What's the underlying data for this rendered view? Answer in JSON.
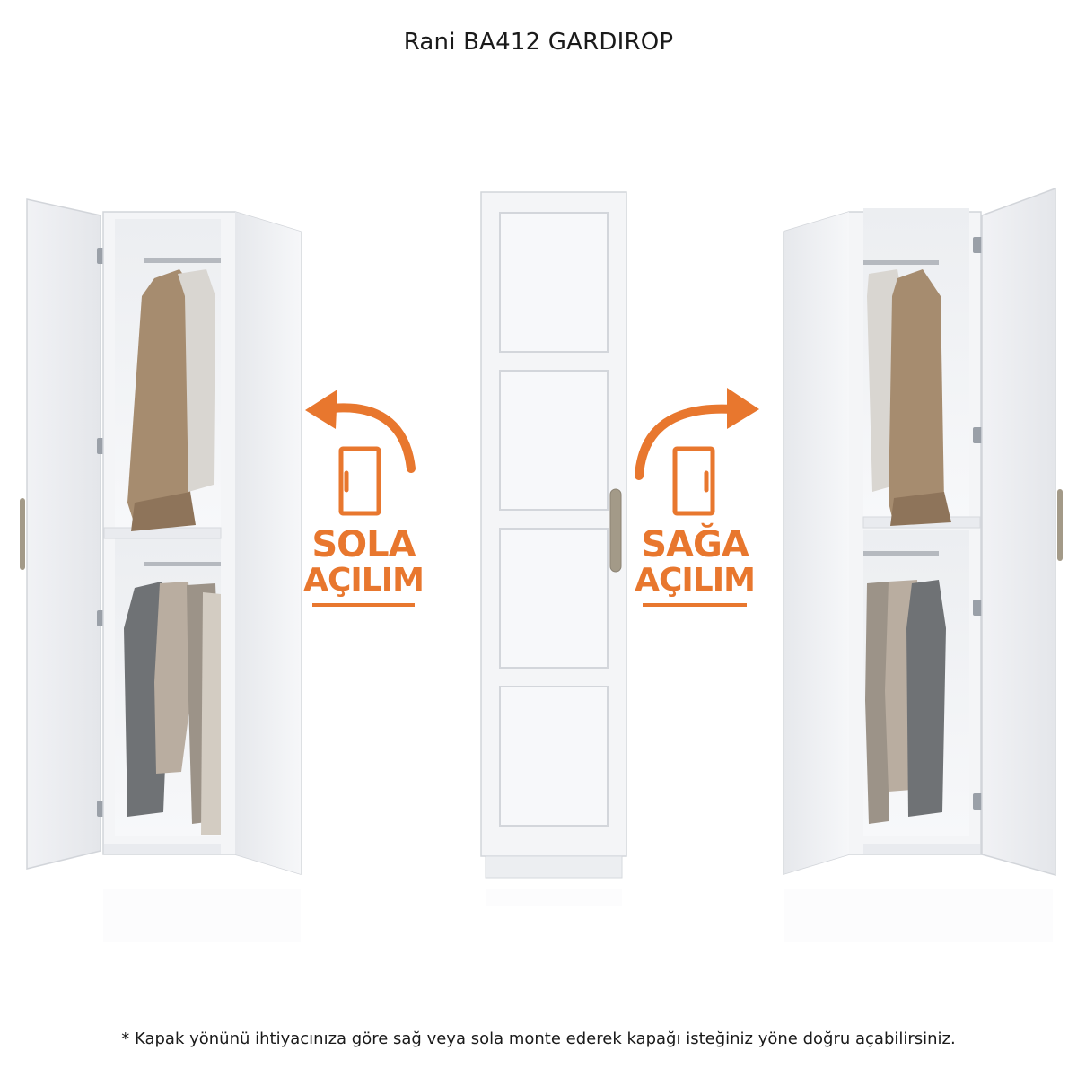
{
  "title": "Rani BA412 GARDIROP",
  "left_option": {
    "line1": "SOLA",
    "line2": "AÇILIM"
  },
  "right_option": {
    "line1": "SAĞA",
    "line2": "AÇILIM"
  },
  "footnote": "* Kapak yönünü ihtiyacınıza göre sağ veya sola monte ederek kapağı isteğiniz yöne doğru açabilirsiniz.",
  "colors": {
    "accent": "#E8772E",
    "cabinet": "#F4F5F7",
    "cabinet_shadow": "#E2E4E8",
    "handle": "#A39A88",
    "text": "#1A1A1A"
  },
  "icons": {
    "left_arrow": "curved-arrow-left-icon",
    "right_arrow": "curved-arrow-right-icon",
    "door": "door-icon"
  }
}
